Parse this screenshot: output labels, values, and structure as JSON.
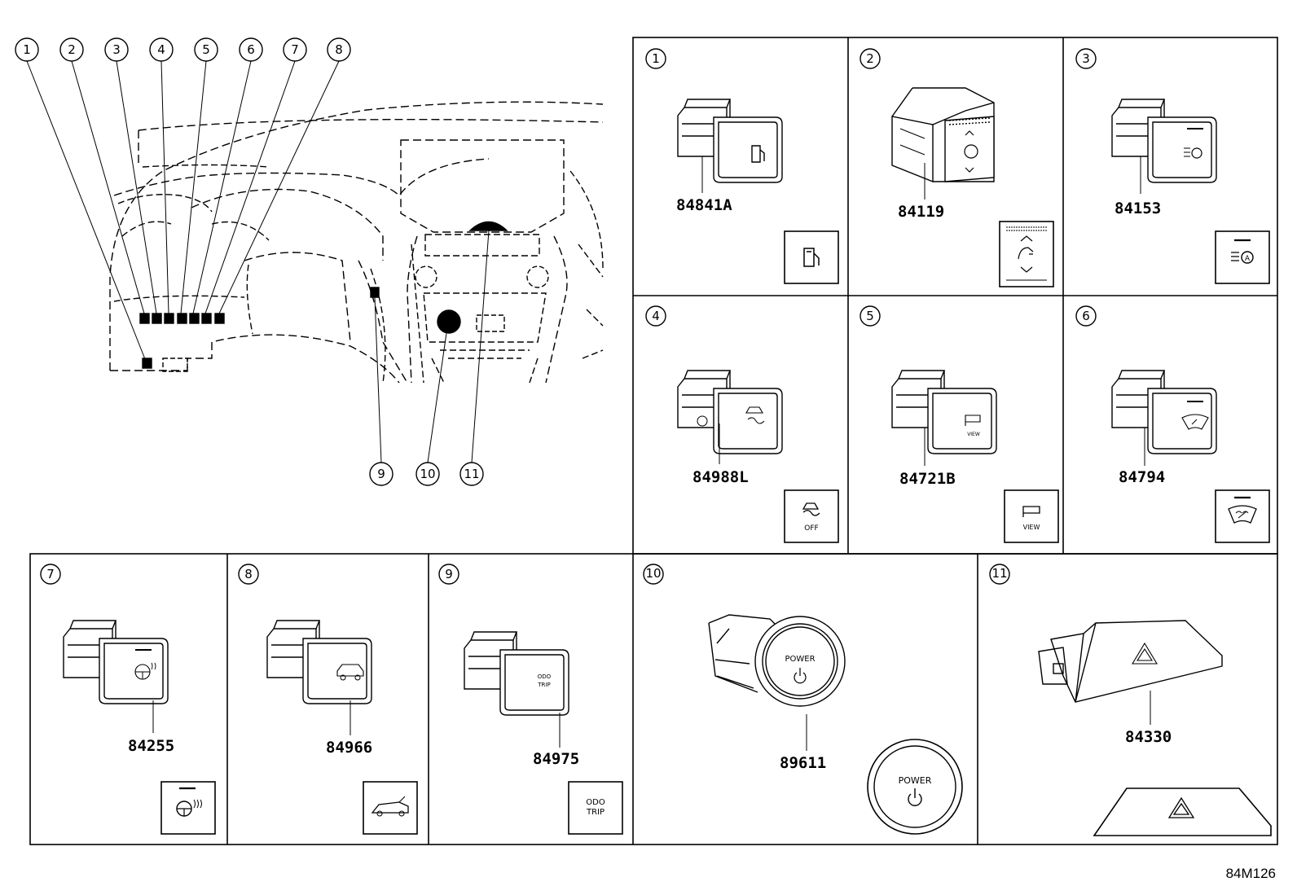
{
  "overview": {
    "callouts": [
      "1",
      "2",
      "3",
      "4",
      "5",
      "6",
      "7",
      "8",
      "9",
      "10",
      "11"
    ]
  },
  "panels": [
    {
      "callout": "1",
      "part_number": "84841A",
      "icon": "fuel-door-icon"
    },
    {
      "callout": "2",
      "part_number": "84119",
      "icon": "mirror-adjust-icon"
    },
    {
      "callout": "3",
      "part_number": "84153",
      "icon": "auto-high-beam-icon"
    },
    {
      "callout": "4",
      "part_number": "84988L",
      "icon": "traction-control-off-icon",
      "symbol_text": "OFF"
    },
    {
      "callout": "5",
      "part_number": "84721B",
      "icon": "camera-view-icon",
      "symbol_text": "VIEW"
    },
    {
      "callout": "6",
      "part_number": "84794",
      "icon": "windshield-deicer-icon"
    },
    {
      "callout": "7",
      "part_number": "84255",
      "icon": "heated-steering-wheel-icon"
    },
    {
      "callout": "8",
      "part_number": "84966",
      "icon": "power-liftgate-icon"
    },
    {
      "callout": "9",
      "part_number": "84975",
      "icon": "odo-trip-icon",
      "symbol_text": [
        "ODO",
        "TRIP"
      ]
    },
    {
      "callout": "10",
      "part_number": "89611",
      "icon": "power-button-icon",
      "symbol_text": "POWER"
    },
    {
      "callout": "11",
      "part_number": "84330",
      "icon": "hazard-warning-icon"
    }
  ],
  "reference_code": "84M126"
}
